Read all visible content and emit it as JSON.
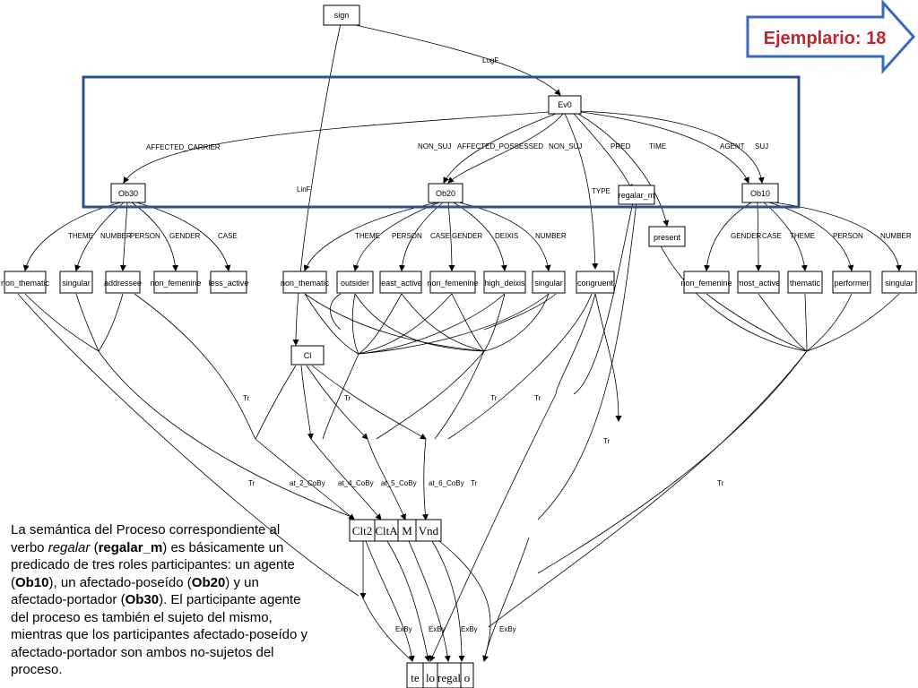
{
  "badge": {
    "text": "Ejemplario: 18"
  },
  "caption": {
    "t1": "La semántica del Proceso correspondiente al verbo ",
    "t2": "regalar",
    "t3": " (",
    "t4": "regalar_m",
    "t5": ") es básicamente un predicado de tres roles participantes: un agente (",
    "t6": "Ob10",
    "t7": "), un afectado-poseído (",
    "t8": "Ob20",
    "t9": ") y un afectado-portador (",
    "t10": "Ob30",
    "t11": "). El participante agente del proceso es también el sujeto del mismo, mientras que los participantes afectado-poseído y afectado-portador son ambos no-sujetos del proceso."
  },
  "nodes": {
    "sign": "sign",
    "ev0": "Ev0",
    "ob30": "Ob30",
    "ob20": "Ob20",
    "ob10": "Ob10",
    "regalar_m": "regalar_m",
    "present": "present",
    "cl": "Cl",
    "ob30_nonthematic": "non_thematic",
    "ob30_singular": "singular",
    "ob30_addressee": "addressee",
    "ob30_nonfemenine": "non_femenine",
    "ob30_lessactive": "less_active",
    "ob20_nonthematic": "non_thematic",
    "ob20_outsider": "outsider",
    "ob20_leastactive": "least_active",
    "ob20_nonfemenine": "non_femenine",
    "ob20_highdeixis": "high_deixis",
    "ob20_singular": "singular",
    "congruent": "congruent",
    "ob10_nonfemenine": "non_femenine",
    "ob10_mostactive": "most_active",
    "ob10_thematic": "thematic",
    "ob10_performer": "performer",
    "ob10_singular": "singular",
    "clt2": "Clt2",
    "clta": "CltA",
    "m": "M",
    "vnd": "Vnd",
    "te": "te",
    "lo": "lo",
    "regal": "regal",
    "o": "o"
  },
  "edge_labels": {
    "logf": "LogF",
    "affected_carrier": "AFFECTED_CARRIER",
    "non_suj_1": "NON_SUJ",
    "affected_possessed": "AFFECTED_POSSESSED",
    "non_suj_2": "NON_SUJ",
    "pred": "PRED",
    "time": "TIME",
    "agent": "AGENT",
    "suj": "SUJ",
    "linf": "LinF",
    "type": "TYPE",
    "ob30_theme": "THEME",
    "ob30_number": "NUMBER",
    "ob30_person": "PERSON",
    "ob30_gender": "GENDER",
    "ob30_case": "CASE",
    "ob20_theme": "THEME",
    "ob20_person": "PERSON",
    "ob20_case": "CASE",
    "ob20_gender": "GENDER",
    "ob20_deixis": "DEIXIS",
    "ob20_number": "NUMBER",
    "ob10_gender": "GENDER",
    "ob10_case": "CASE",
    "ob10_theme": "THEME",
    "ob10_person": "PERSON",
    "ob10_number": "NUMBER",
    "tr_1": "Tr",
    "tr_2": "Tr",
    "tr_3": "Tr",
    "tr_4": "Tr",
    "tr_5": "Tr",
    "tr_6": "Tr",
    "tr_7": "Tr",
    "tr_8": "Tr",
    "at2": "at_2_CoBy",
    "at4": "at_4_CoBy",
    "at5": "at_5_CoBy",
    "at6": "at_6_CoBy",
    "exby_1": "ExBy",
    "exby_2": "ExBy",
    "exby_3": "ExBy",
    "exby_4": "ExBy"
  }
}
